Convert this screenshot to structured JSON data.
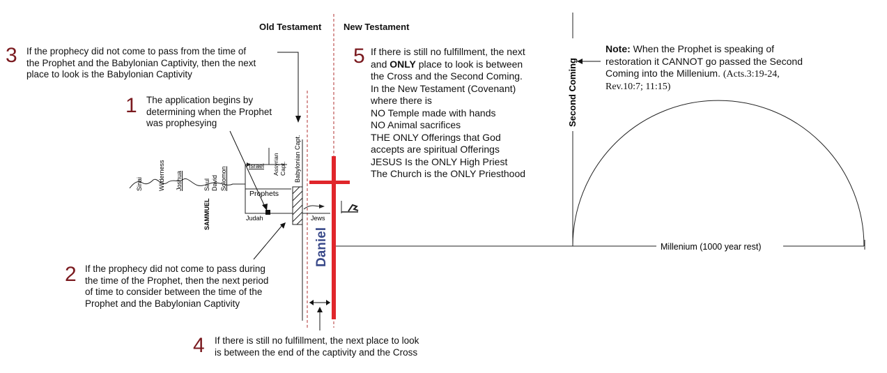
{
  "headers": {
    "old_testament": "Old Testament",
    "new_testament": "New Testament"
  },
  "steps": [
    {
      "number": "1",
      "lines": [
        "The application begins by",
        "determining when the Prophet",
        "was prophesying"
      ]
    },
    {
      "number": "2",
      "lines": [
        "If the prophecy did not come to pass during",
        "the time of the Prophet, then the next period",
        "of time to consider between the time of the",
        "Prophet and the Babylonian Captivity"
      ]
    },
    {
      "number": "3",
      "lines": [
        "If the prophecy did not come to pass from the time of",
        "the Prophet and the Babylonian Captivity, then the next",
        "place to look is the Babylonian Captivity"
      ]
    },
    {
      "number": "4",
      "lines": [
        "If there is still no fulfillment, the next place to look",
        "is between the end of the captivity and the Cross"
      ]
    },
    {
      "number": "5",
      "lines_html_plain": [
        "If there is still no fulfillment, the next",
        "and",
        "ONLY",
        "place to look is between",
        "the Cross and the Second Coming.",
        "In the New Testament (Covenant)",
        "where there is",
        "NO Temple made with hands",
        "NO Animal sacrifices",
        "THE ONLY Offerings that God",
        "accepts are spiritual Offerings",
        "JESUS Is the ONLY High Priest",
        "The Church is the ONLY Priesthood"
      ]
    }
  ],
  "note": {
    "label": "Note:",
    "line1": "When the Prophet is speaking of",
    "line2": "restoration it CANNOT go passed the Second",
    "line3": "Coming into the Millenium.",
    "ref1": "(Acts.3:19-24,",
    "ref2": "Rev.10:7; 11:15)"
  },
  "timeline": {
    "sinai": "Sinai",
    "wilderness": "Wilderness",
    "joshua": "Joshua",
    "saul": "Saul",
    "david": "David",
    "solomon": "Solomon",
    "sammuel": "SAMMUEL",
    "israel": "Israel",
    "assyrian_capt": [
      "Assyrian",
      "Capt."
    ],
    "prophets": "Prophets",
    "judah": "Judah",
    "babylonian_capt": "Babylonian Capt.",
    "jews": "Jews",
    "daniel": "Daniel",
    "second_coming": "Second Coming",
    "millenium": "Millenium (1000 year rest)"
  },
  "colors": {
    "step_number": "#7a1a1f",
    "cross": "#e0262b",
    "daniel": "#3a4a8a",
    "divider": "#b03030"
  }
}
